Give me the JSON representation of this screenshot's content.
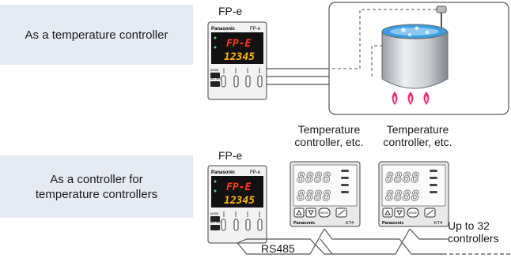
{
  "rows": [
    {
      "label": "As a temperature controller",
      "device_label": "FP-e"
    },
    {
      "label": "As a controller for\ntemperature controllers",
      "device_label": "FP-e"
    }
  ],
  "plc": {
    "brand": "Panasonic",
    "model": "FP-e",
    "display_top": "FP-E",
    "display_bottom": "12345",
    "key_labels": [
      "MODE",
      "SET/ENT"
    ]
  },
  "temp_controllers": [
    {
      "label": "Temperature\ncontroller, etc.",
      "brand": "Panasonic",
      "model": "KT4",
      "display": "8888",
      "mode_key": "MODE"
    },
    {
      "label": "Temperature\ncontroller, etc.",
      "brand": "Panasonic",
      "model": "KT4",
      "display": "8888",
      "mode_key": "MODE"
    }
  ],
  "bus_label": "RS485",
  "expansion_label": "Up to 32\ncontrollers",
  "colors": {
    "panel_bg": "#e6ebf3",
    "segment_red": "#ff3a1a",
    "segment_orange": "#ffb400",
    "flame": "#e8326e",
    "water": "#2f8fd8"
  }
}
